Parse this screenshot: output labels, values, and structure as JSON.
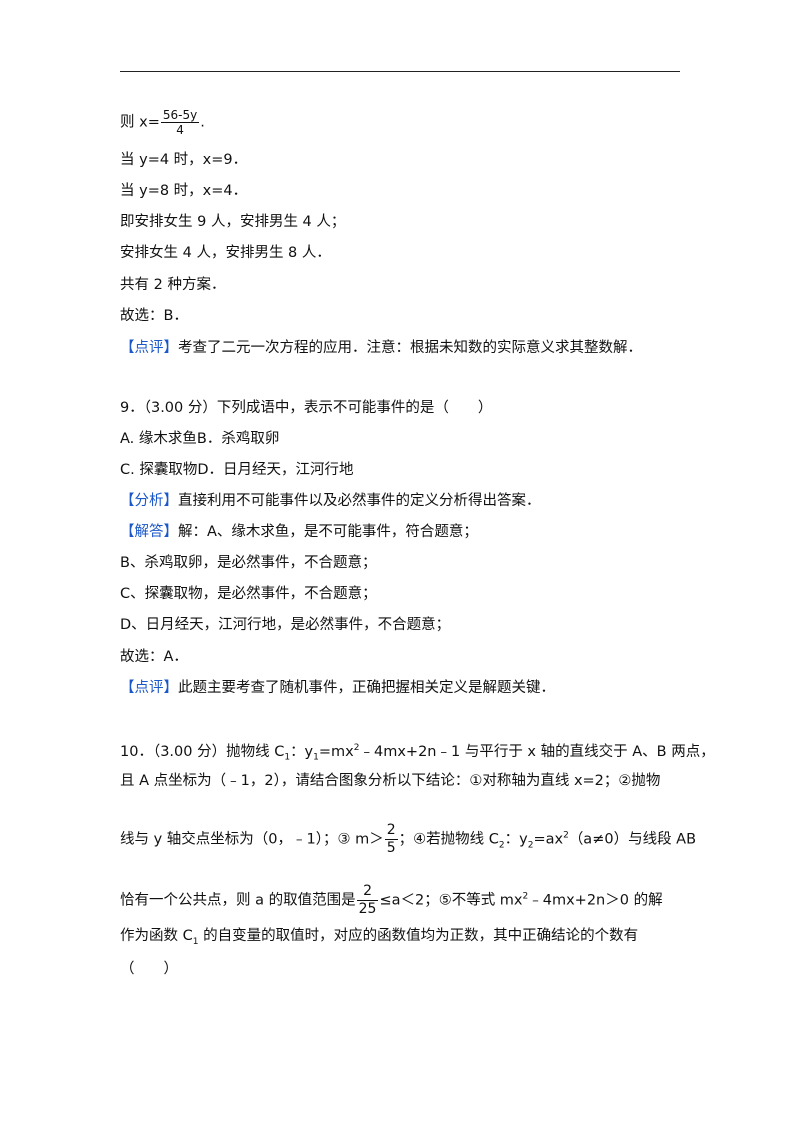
{
  "lines": {
    "l1_prefix": "则 x=",
    "l1_frac_num": "56-5y",
    "l1_frac_den": "4",
    "l1_suffix": ".",
    "l2": "当 y=4 时，x=9．",
    "l3": "当 y=8 时，x=4．",
    "l4": "即安排女生 9 人，安排男生 4 人；",
    "l5": "安排女生 4 人，安排男生 8 人．",
    "l6": "共有 2 种方案．",
    "l7": "故选：B．",
    "l8_tag": "【点评】",
    "l8_text": "考查了二元一次方程的应用．注意：根据未知数的实际意义求其整数解．"
  },
  "q9": {
    "title": "9．（3.00 分）下列成语中，表示不可能事件的是（　　）",
    "opt_ab": "A. 缘木求鱼B．杀鸡取卵",
    "opt_cd": "C. 探囊取物D．日月经天，江河行地",
    "analysis_tag": "【分析】",
    "analysis_text": "直接利用不可能事件以及必然事件的定义分析得出答案．",
    "answer_tag": "【解答】",
    "answer_text": "解：A、缘木求鱼，是不可能事件，符合题意；",
    "a_b": "B、杀鸡取卵，是必然事件，不合题意；",
    "a_c": "C、探囊取物，是必然事件，不合题意；",
    "a_d": "D、日月经天，江河行地，是必然事件，不合题意；",
    "choice": "故选：A．",
    "comment_tag": "【点评】",
    "comment_text": "此题主要考查了随机事件，正确把握相关定义是解题关键．"
  },
  "q10": {
    "l1a": "10．（3.00 分）抛物线 C",
    "l1_sub1": "1",
    "l1b": "：y",
    "l1_sub2": "1",
    "l1c": "=mx",
    "l1_sup": "2",
    "l1d": "﹣4mx+2n﹣1 与平行于 x 轴的直线交于 A、B 两点，",
    "l2": "且 A 点坐标为（﹣1，2），请结合图象分析以下结论：①对称轴为直线 x=2；②抛物",
    "l3a": "线与 y 轴交点坐标为（0，﹣1）；③ m＞",
    "l3_num": "2",
    "l3_den": "5",
    "l3b": "；④若抛物线 C",
    "l3_sub1": "2",
    "l3c": "：y",
    "l3_sub2": "2",
    "l3d": "=ax",
    "l3_sup": "2",
    "l3e": "（a≠0）与线段 AB",
    "l4a": "恰有一个公共点，则 a 的取值范围是",
    "l4_num": "2",
    "l4_den": "25",
    "l4b": "≤a＜2；⑤不等式 mx",
    "l4_sup": "2",
    "l4c": "﹣4mx+2n＞0 的解",
    "l5a": "作为函数 C",
    "l5_sub": "1",
    "l5b": " 的自变量的取值时，对应的函数值均为正数，其中正确结论的个数有",
    "l6": "（　　）"
  }
}
